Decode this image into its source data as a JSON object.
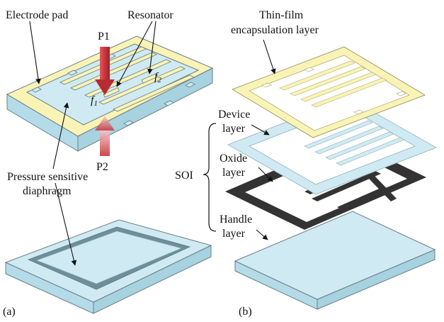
{
  "panel_a": {
    "tag": "(a)",
    "labels": {
      "electrode_pad": "Electrode pad",
      "resonator": "Resonator",
      "p1": "P1",
      "p2": "P2",
      "f1_letter": "f",
      "f1_sub": "1",
      "f2_letter": "f",
      "f2_sub": "2",
      "diaphragm_line1": "Pressure sensitive",
      "diaphragm_line2": "diaphragm"
    }
  },
  "panel_b": {
    "tag": "(b)",
    "labels": {
      "encapsulation_line1": "Thin-film",
      "encapsulation_line2": "encapsulation layer",
      "device_line1": "Device",
      "device_line2": "layer",
      "oxide_line1": "Oxide",
      "oxide_line2": "layer",
      "handle_line1": "Handle",
      "handle_line2": "layer",
      "soi": "SOI"
    }
  },
  "colors": {
    "substrate_top": "#cfeaf2",
    "substrate_side_left": "#b4dbe8",
    "substrate_side_right": "#a7d2e0",
    "electrode": "#f9f3b5",
    "oxide": "#333333",
    "arrow_red": "#c8343a"
  }
}
